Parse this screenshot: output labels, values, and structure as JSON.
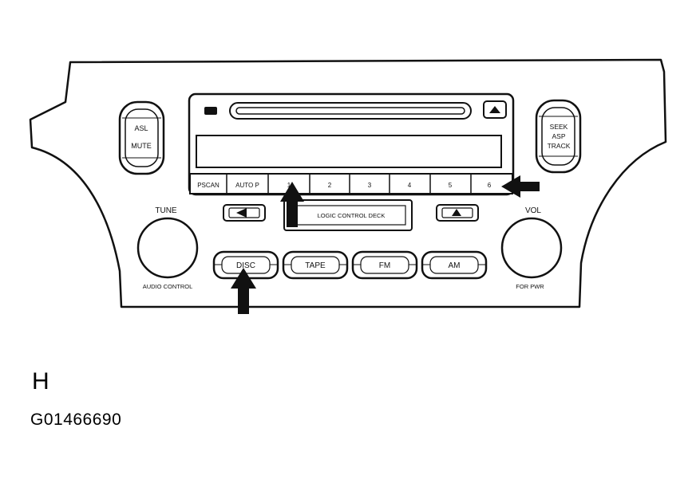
{
  "labels": {
    "asl": "ASL",
    "mute": "MUTE",
    "seek": "SEEK",
    "asp": "ASP",
    "track": "TRACK",
    "tune": "TUNE",
    "vol": "VOL",
    "audio_control": "AUDIO CONTROL",
    "power": "FOR PWR",
    "logic_deck": "LOGIC CONTROL DECK"
  },
  "presets": [
    "PSCAN",
    "AUTO P",
    "1",
    "2",
    "3",
    "4",
    "5",
    "6"
  ],
  "modes": [
    "DISC",
    "TAPE",
    "FM",
    "AM"
  ],
  "caption": {
    "letter": "H",
    "code": "G01466690"
  }
}
